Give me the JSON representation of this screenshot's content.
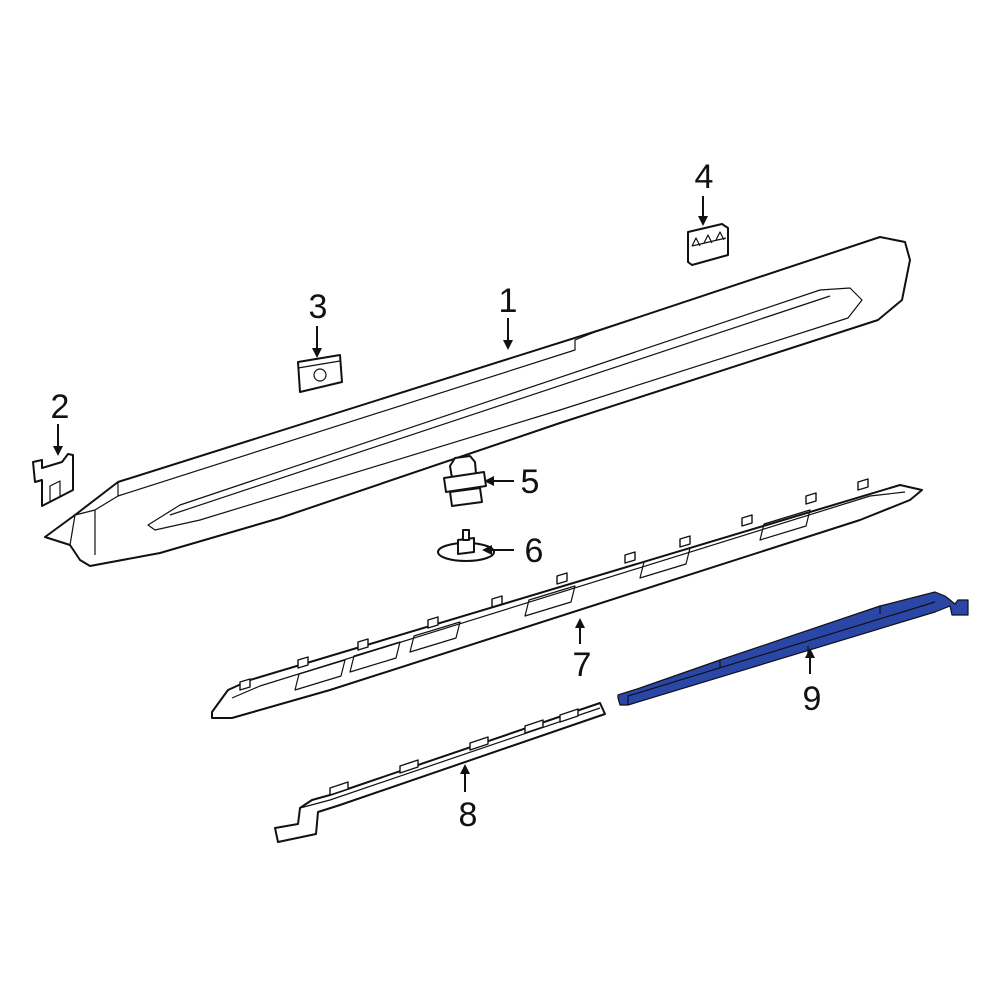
{
  "callouts": {
    "c1": "1",
    "c2": "2",
    "c3": "3",
    "c4": "4",
    "c5": "5",
    "c6": "6",
    "c7": "7",
    "c8": "8",
    "c9": "9"
  },
  "colors": {
    "highlight": "#2a47a8",
    "outline": "#111111",
    "background": "#ffffff"
  }
}
